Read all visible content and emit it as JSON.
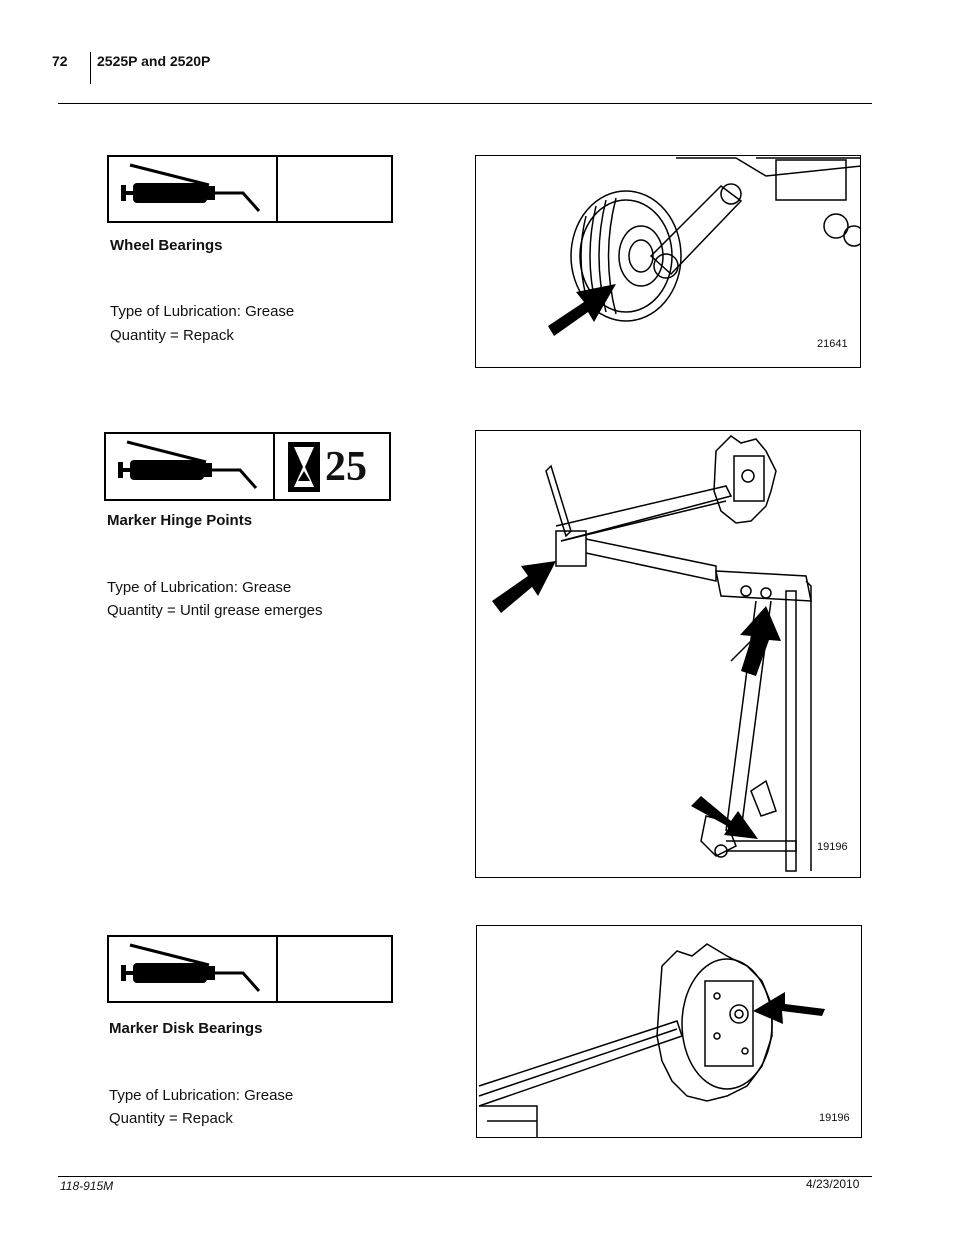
{
  "header": {
    "page_number": "72",
    "doc_title": "2525P and 2520P"
  },
  "footer": {
    "doc_code": "118-915M",
    "date": "4/23/2010"
  },
  "sections": [
    {
      "title": "Wheel Bearings",
      "lube_type": "Type of Lubrication: Grease",
      "quantity": "Quantity = Repack",
      "interval": "",
      "figure_number": "21641",
      "icons": [
        "grease-gun-icon"
      ]
    },
    {
      "title": "Marker Hinge Points",
      "lube_type": "Type of Lubrication: Grease",
      "quantity": "Quantity = Until grease emerges",
      "interval": "25",
      "figure_number": "19196",
      "icons": [
        "grease-gun-icon",
        "hourglass-icon"
      ]
    },
    {
      "title": "Marker Disk Bearings",
      "lube_type": "Type of Lubrication: Grease",
      "quantity": "Quantity = Repack",
      "interval": "",
      "figure_number": "19196",
      "icons": [
        "grease-gun-icon"
      ]
    }
  ]
}
